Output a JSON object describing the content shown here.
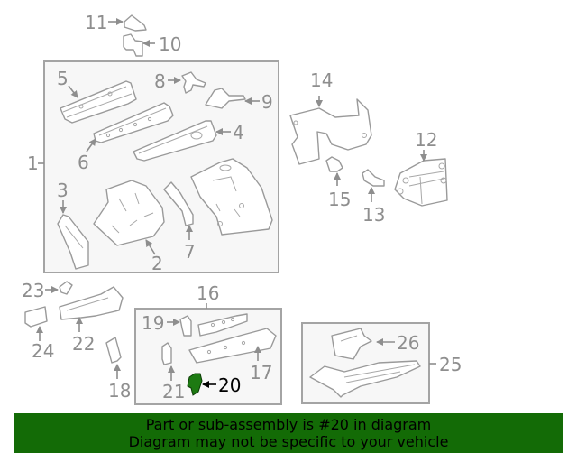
{
  "diagram": {
    "labels": {
      "p1": "1",
      "p2": "2",
      "p3": "3",
      "p4": "4",
      "p5": "5",
      "p6": "6",
      "p7": "7",
      "p8": "8",
      "p9": "9",
      "p10": "10",
      "p11": "11",
      "p12": "12",
      "p13": "13",
      "p14": "14",
      "p15": "15",
      "p16": "16",
      "p17": "17",
      "p18": "18",
      "p19": "19",
      "p20": "20",
      "p21": "21",
      "p22": "22",
      "p23": "23",
      "p24": "24",
      "p25": "25",
      "p26": "26"
    },
    "highlighted_part": "20",
    "highlight_color": "#1d7a12"
  },
  "banner": {
    "line1": "Part or sub-assembly is #20 in diagram",
    "line2": "Diagram may not be specific to your vehicle",
    "background": "#136b06"
  }
}
